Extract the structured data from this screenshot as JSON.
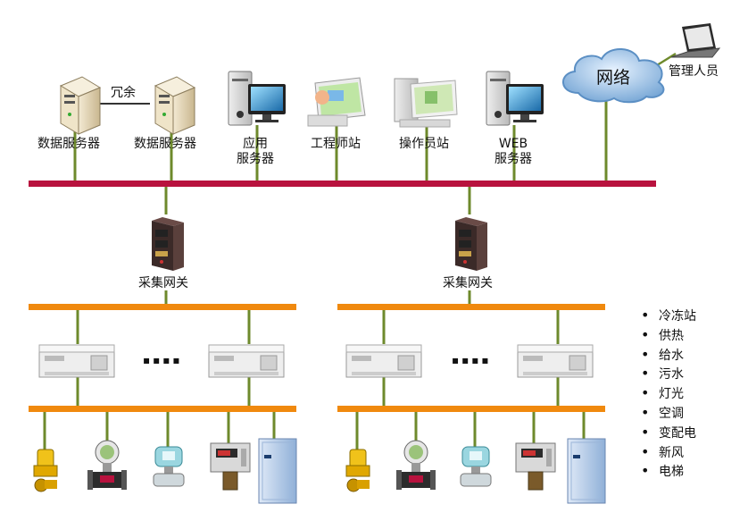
{
  "top_nodes": {
    "redundant_link": "冗余",
    "db_server_1": "数据服务器",
    "db_server_2": "数据服务器",
    "app_server": [
      "应用",
      "服务器"
    ],
    "engineer_station": "工程师站",
    "operator_station": "操作员站",
    "web_server": [
      "WEB",
      "服务器"
    ],
    "network": "网络",
    "admin": "管理人员"
  },
  "gateways": [
    "采集网关",
    "采集网关"
  ],
  "ellipsis": [
    "▪▪▪▪",
    "▪▪▪▪"
  ],
  "systems": [
    "冷冻站",
    "供热",
    "给水",
    "污水",
    "灯光",
    "空调",
    "变配电",
    "新风",
    "电梯"
  ],
  "colors": {
    "main_bus": "#b8123e",
    "field_bus": "#f0890e",
    "link": "#6e8a2c",
    "cloud": "#6da0d2"
  }
}
